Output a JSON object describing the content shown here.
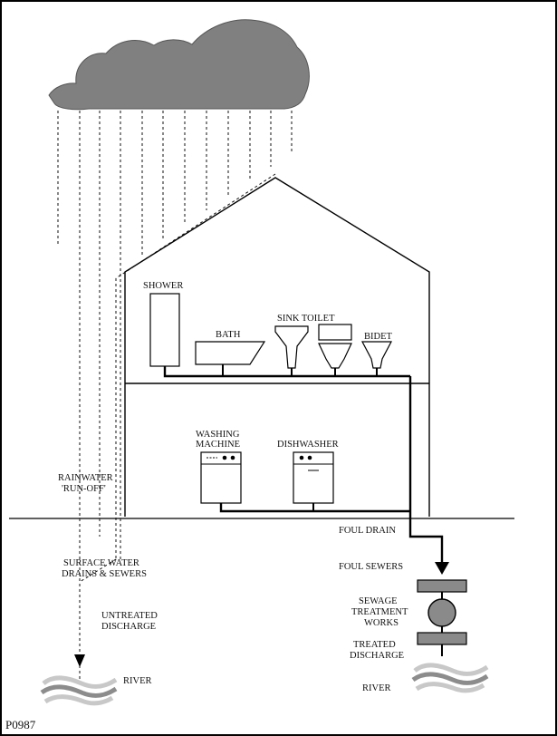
{
  "diagram": {
    "figure_code": "P0987",
    "labels": {
      "shower": "SHOWER",
      "bath": "BATH",
      "sink_toilet": "SINK TOILET",
      "bidet": "BIDET",
      "washing_machine_1": "WASHING",
      "washing_machine_2": "MACHINE",
      "dishwasher": "DISHWASHER",
      "rainwater_1": "RAINWATER",
      "rainwater_2": "'RUN-OFF'",
      "surface_water_1": "SURFACE WATER",
      "surface_water_2": "DRAINS & SEWERS",
      "untreated_1": "UNTREATED",
      "untreated_2": "DISCHARGE",
      "river_left": "RIVER",
      "foul_drain": "FOUL DRAIN",
      "foul_sewers": "FOUL SEWERS",
      "sewage_1": "SEWAGE",
      "sewage_2": "TREATMENT",
      "sewage_3": "WORKS",
      "treated_1": "TREATED",
      "treated_2": "DISCHARGE",
      "river_right": "RIVER"
    },
    "colors": {
      "cloud": "#808080",
      "treatment": "#8a8a8a",
      "line": "#000000",
      "water_light": "#c8c8c8",
      "water_dark": "#8c8c8c"
    }
  }
}
